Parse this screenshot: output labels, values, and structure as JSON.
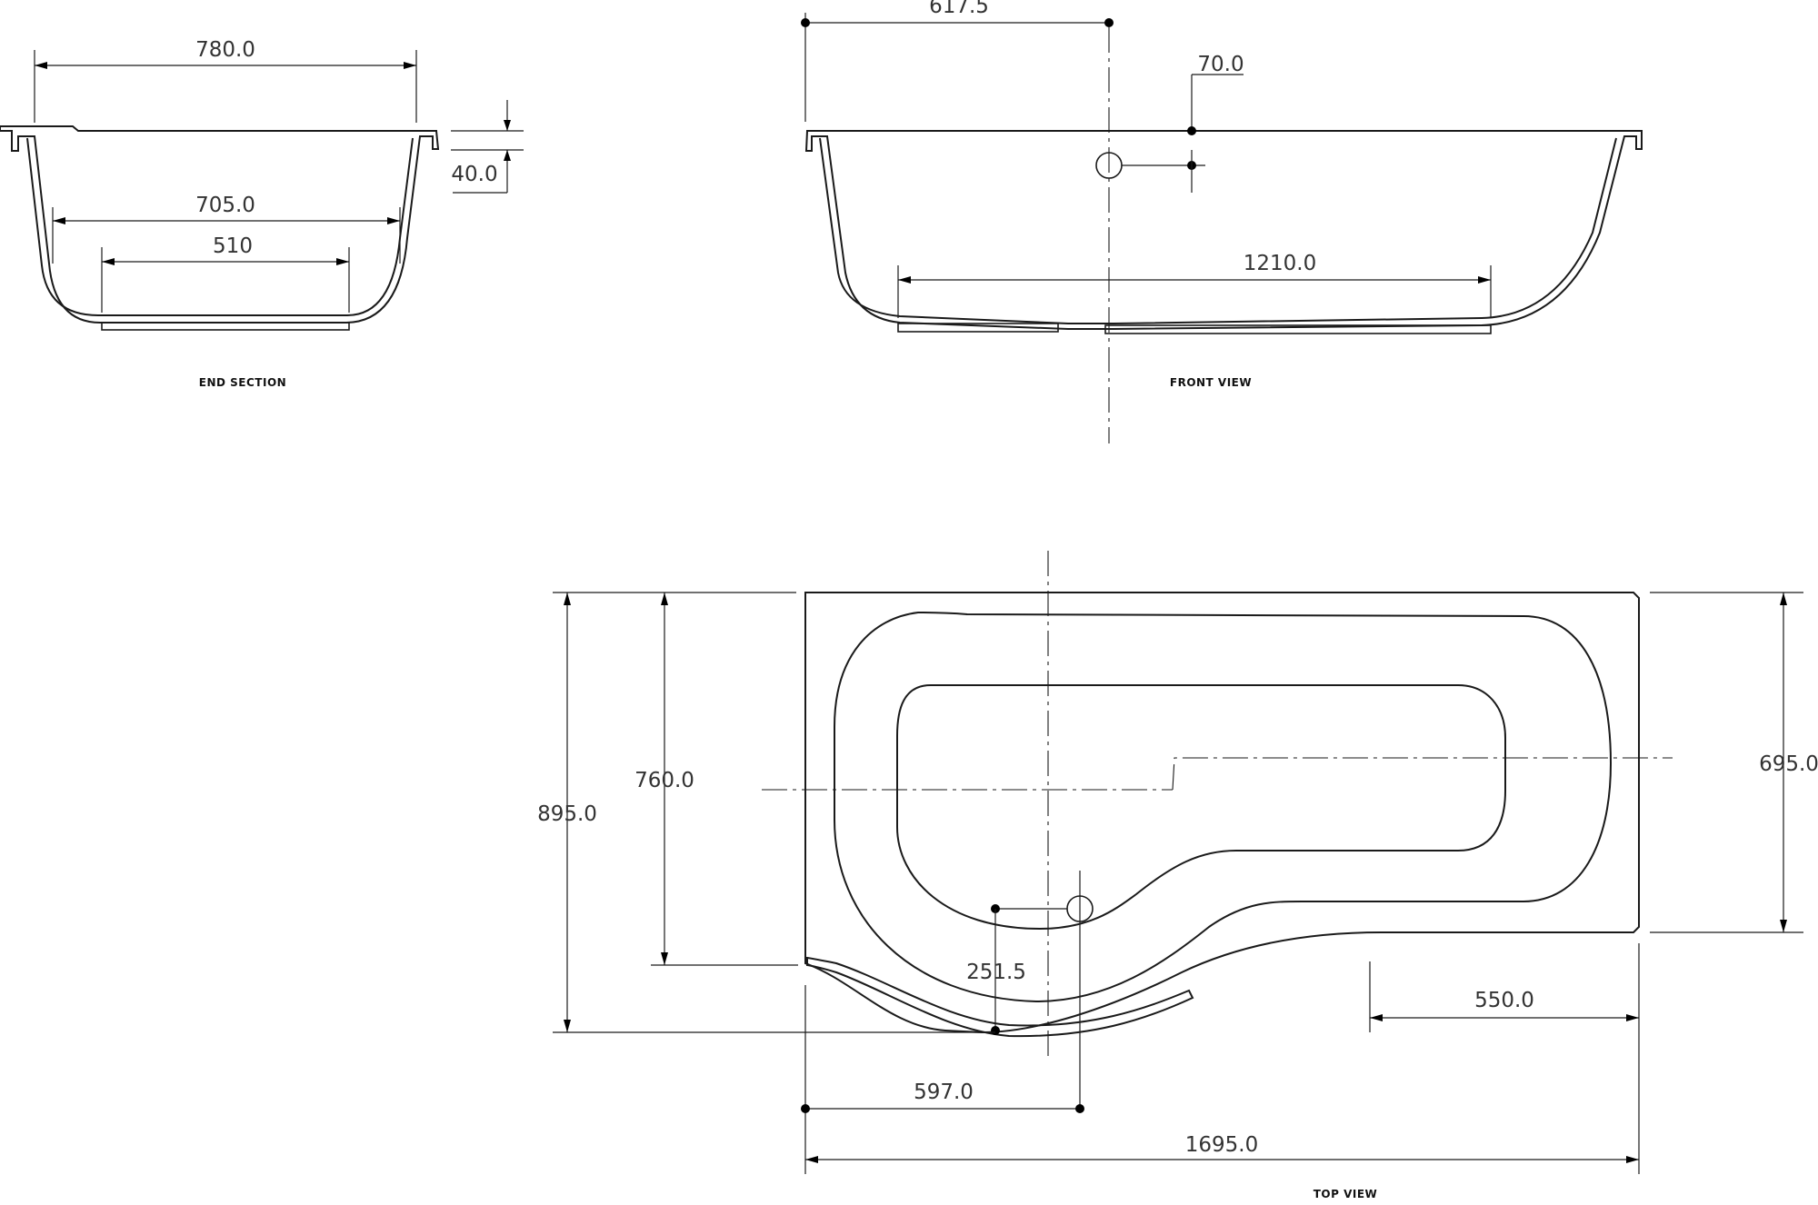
{
  "views": {
    "end_section": {
      "caption": "END SECTION",
      "dims": {
        "overall_width": "780.0",
        "inner_width": "705.0",
        "base_width": "510",
        "rim_height": "40.0"
      }
    },
    "front_view": {
      "caption": "FRONT VIEW",
      "dims": {
        "waste_offset": "617.5",
        "overflow_drop": "70.0",
        "base_length": "1210.0"
      }
    },
    "top_view": {
      "caption": "TOP VIEW",
      "dims": {
        "overall_depth": "895.0",
        "bath_depth": "760.0",
        "narrow_end_depth": "695.0",
        "waste_inset": "251.5",
        "narrow_section_length": "550.0",
        "waste_from_end": "597.0",
        "overall_length": "1695.0"
      }
    }
  }
}
